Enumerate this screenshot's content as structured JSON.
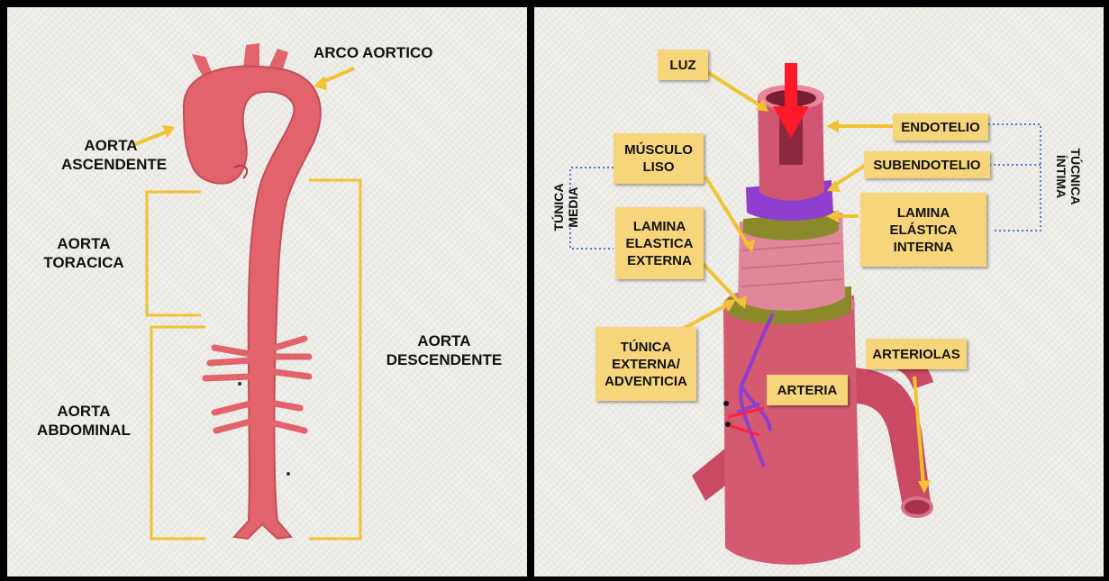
{
  "left": {
    "arco_aortico": "ARCO AORTICO",
    "aorta_ascendente_1": "AORTA",
    "aorta_ascendente_2": "ASCENDENTE",
    "aorta_toracica_1": "AORTA",
    "aorta_toracica_2": "TORACICA",
    "aorta_abdominal_1": "AORTA",
    "aorta_abdominal_2": "ABDOMINAL",
    "aorta_descendente_1": "AORTA",
    "aorta_descendente_2": "DESCENDENTE"
  },
  "right": {
    "luz": "LUZ",
    "musculo_liso_1": "MÚSCULO",
    "musculo_liso_2": "LISO",
    "lamina_externa_1": "LAMINA",
    "lamina_externa_2": "ELASTICA",
    "lamina_externa_3": "EXTERNA",
    "tunica_externa_1": "TÚNICA",
    "tunica_externa_2": "EXTERNA/",
    "tunica_externa_3": "ADVENTICIA",
    "endotelio": "ENDOTELIO",
    "subendotelio": "SUBENDOTELIO",
    "lamina_interna_1": "LAMINA",
    "lamina_interna_2": "ELÁSTICA",
    "lamina_interna_3": "INTERNA",
    "arteria": "ARTERIA",
    "arteriolas": "ARTERIOLAS",
    "tunica_media_1": "TÚNICA",
    "tunica_media_2": "MEDIA",
    "tunica_intima_1": "TÚCNICA",
    "tunica_intima_2": "ÍNTIMA"
  },
  "colors": {
    "vessel": "#e2636b",
    "vessel_dark": "#b83a4a",
    "bracket": "#f2c233",
    "label_box": "#f7d57a",
    "intima_bracket": "#4a7fd1",
    "media_band": "#8a8a2a",
    "elastic_band": "#8e3fd0",
    "lumen_arrow": "#ff1a2a"
  }
}
